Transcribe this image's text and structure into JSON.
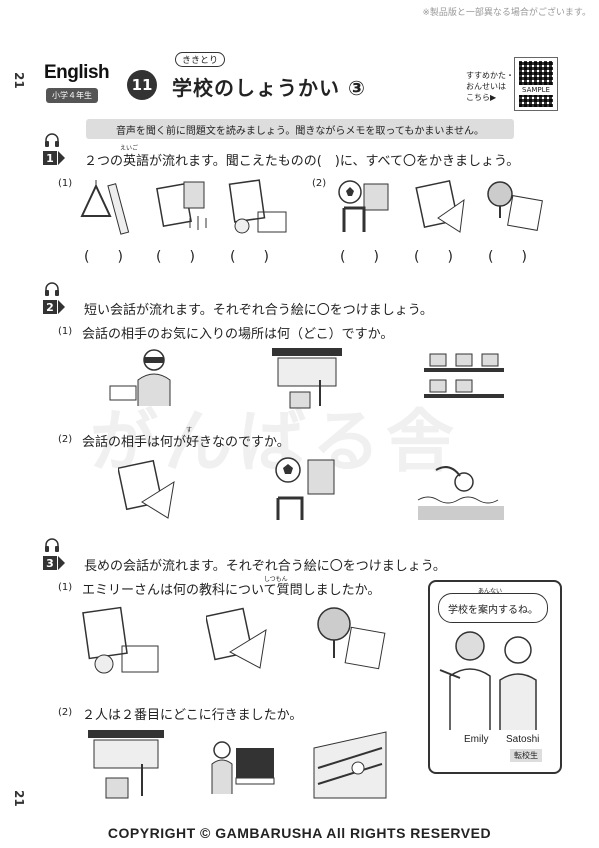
{
  "top_note": "※製品版と一部異なる場合がございます。",
  "side_page": "21",
  "subject": "English",
  "grade": "小学４年生",
  "unit_number": "11",
  "category": "ききとり",
  "title": "学校のしょうかい ③",
  "qr_text": [
    "すすめかた・",
    "おんせいは",
    "こちら▶"
  ],
  "qr_label": "SAMPLE",
  "instruction": "音声を聞く前に問題文を読みましょう。聞きながらメモを取ってもかまいません。",
  "q1": {
    "label": "1",
    "text": "２つの英語が流れます。聞こえたものの(　)に、すべて〇をかきましょう。",
    "ruby": "えいご",
    "sub1": "(1)",
    "sub2": "(2)",
    "parens": [
      "(　　)",
      "(　　)",
      "(　　)",
      "(　　)",
      "(　　)",
      "(　　)"
    ]
  },
  "q2": {
    "label": "2",
    "text": "短い会話が流れます。それぞれ合う絵に〇をつけましょう。",
    "sub1": "(1)",
    "sub1_text": "会話の相手のお気に入りの場所は何（どこ）ですか。",
    "sub2": "(2)",
    "sub2_text": "会話の相手は何が好きなのですか。",
    "ruby": "す"
  },
  "q3": {
    "label": "3",
    "text": "長めの会話が流れます。それぞれ合う絵に〇をつけましょう。",
    "sub1": "(1)",
    "sub1_text": "エミリーさんは何の教科について質問しましたか。",
    "ruby": "しつもん",
    "sub2": "(2)",
    "sub2_text": "２人は２番目にどこに行きましたか。"
  },
  "speech": {
    "bubble": "学校を案内するね。",
    "ruby": "あんない",
    "name1": "Emily",
    "name2": "Satoshi",
    "tag": "転校生"
  },
  "watermark": "がんばる舎",
  "copyright": "COPYRIGHT © GAMBARUSHA All RIGHTS RESERVED"
}
